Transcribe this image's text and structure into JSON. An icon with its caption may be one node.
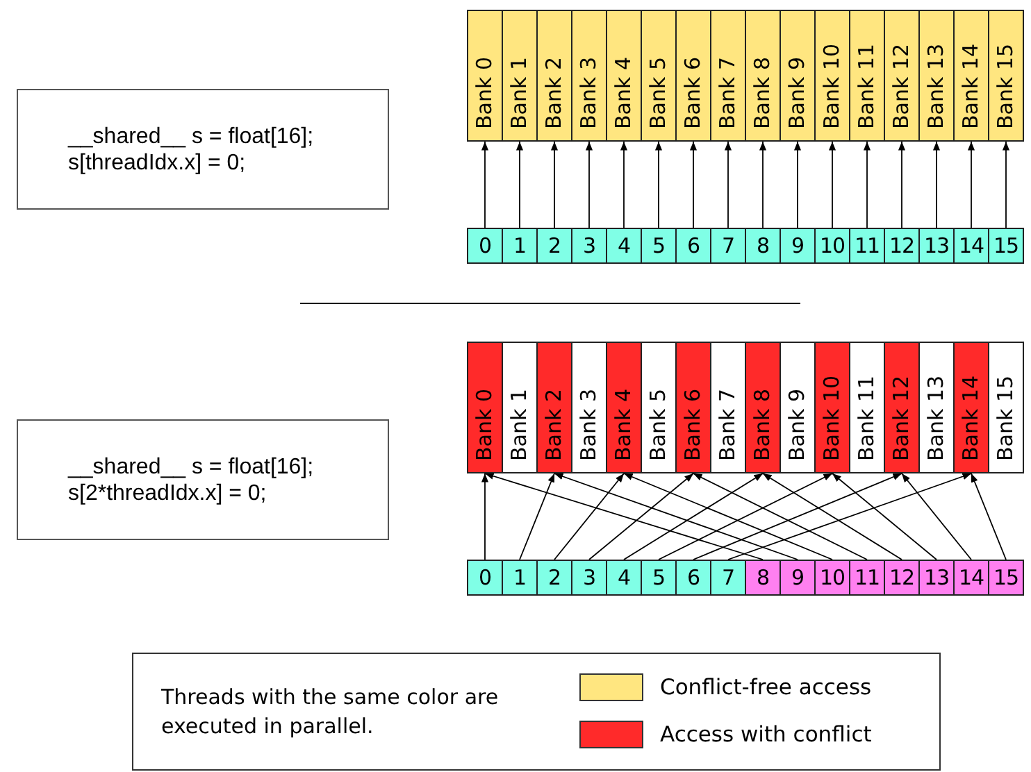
{
  "diagram": {
    "nodes": [
      {
        "text": [
          "__shared__ s = float[16]; s[threadIdx.x] = 0;"
        ]
      },
      {
        "text": [
          "Bank 0"
        ]
      },
      {
        "text": [
          "Bank 1"
        ]
      },
      {
        "text": [
          "Bank 2"
        ]
      },
      {
        "text": [
          "Bank 3"
        ]
      },
      {
        "text": [
          "Bank 4"
        ]
      },
      {
        "text": [
          "Bank 5"
        ]
      },
      {
        "text": [
          "Bank 6"
        ]
      },
      {
        "text": [
          "Bank 7"
        ]
      },
      {
        "text": [
          "Bank 8"
        ]
      },
      {
        "text": [
          "Bank 9"
        ]
      },
      {
        "text": [
          "Bank 10"
        ]
      },
      {
        "text": [
          "Bank 11"
        ]
      },
      {
        "text": [
          "Bank 12"
        ]
      },
      {
        "text": [
          "Bank 13"
        ]
      },
      {
        "text": [
          "Bank 14"
        ]
      },
      {
        "text": [
          "Bank 15"
        ]
      },
      {
        "text": [
          "0"
        ]
      },
      {
        "text": [
          "1"
        ]
      },
      {
        "text": [
          "2"
        ]
      },
      {
        "text": [
          "3"
        ]
      },
      {
        "text": [
          "4"
        ]
      },
      {
        "text": [
          "5"
        ]
      },
      {
        "text": [
          "6"
        ]
      },
      {
        "text": [
          "7"
        ]
      },
      {
        "text": [
          "8"
        ]
      },
      {
        "text": [
          "9"
        ]
      },
      {
        "text": [
          "10"
        ]
      },
      {
        "text": [
          "11"
        ]
      },
      {
        "text": [
          "12"
        ]
      },
      {
        "text": [
          "13"
        ]
      },
      {
        "text": [
          "14"
        ]
      },
      {
        "text": [
          "15"
        ]
      },
      {
        "text": [
          "__shared__ s = float[16]; s[2*threadIdx.x] = 0;"
        ]
      },
      {
        "text": [
          "Bank 0"
        ]
      },
      {
        "text": [
          "Bank 1"
        ]
      },
      {
        "text": [
          "Bank 2"
        ]
      },
      {
        "text": [
          "Bank 3"
        ]
      },
      {
        "text": [
          "Bank 4"
        ]
      },
      {
        "text": [
          "Bank 5"
        ]
      },
      {
        "text": [
          "Bank 6"
        ]
      },
      {
        "text": [
          "Bank 7"
        ]
      },
      {
        "text": [
          "Bank 8"
        ]
      },
      {
        "text": [
          "Bank 9"
        ]
      },
      {
        "text": [
          "Bank 10"
        ]
      },
      {
        "text": [
          "Bank 11"
        ]
      },
      {
        "text": [
          "Bank 12"
        ]
      },
      {
        "text": [
          "Bank 13"
        ]
      },
      {
        "text": [
          "Bank 14"
        ]
      },
      {
        "text": [
          "Bank 15"
        ]
      },
      {
        "text": [
          "0"
        ]
      },
      {
        "text": [
          "1"
        ]
      },
      {
        "text": [
          "2"
        ]
      },
      {
        "text": [
          "3"
        ]
      },
      {
        "text": [
          "4"
        ]
      },
      {
        "text": [
          "5"
        ]
      },
      {
        "text": [
          "6"
        ]
      },
      {
        "text": [
          "7"
        ]
      },
      {
        "text": [
          "8"
        ]
      },
      {
        "text": [
          "9"
        ]
      },
      {
        "text": [
          "10"
        ]
      },
      {
        "text": [
          "11"
        ]
      },
      {
        "text": [
          "12"
        ]
      },
      {
        "text": [
          "13"
        ]
      },
      {
        "text": [
          "14"
        ]
      },
      {
        "text": [
          "15"
        ]
      }
    ],
    "edges": [
      {
        "from": 17,
        "to": 1,
        "arrow": "to"
      },
      {
        "from": 18,
        "to": 2,
        "arrow": "to"
      },
      {
        "from": 19,
        "to": 3,
        "arrow": "to"
      },
      {
        "from": 20,
        "to": 4,
        "arrow": "to"
      },
      {
        "from": 21,
        "to": 5,
        "arrow": "to"
      },
      {
        "from": 22,
        "to": 6,
        "arrow": "to"
      },
      {
        "from": 23,
        "to": 7,
        "arrow": "to"
      },
      {
        "from": 24,
        "to": 8,
        "arrow": "to"
      },
      {
        "from": 25,
        "to": 9,
        "arrow": "to"
      },
      {
        "from": 26,
        "to": 10,
        "arrow": "to"
      },
      {
        "from": 27,
        "to": 11,
        "arrow": "to"
      },
      {
        "from": 28,
        "to": 12,
        "arrow": "to"
      },
      {
        "from": 29,
        "to": 13,
        "arrow": "to"
      },
      {
        "from": 30,
        "to": 14,
        "arrow": "to"
      },
      {
        "from": 31,
        "to": 15,
        "arrow": "to"
      },
      {
        "from": 32,
        "to": 16,
        "arrow": "to"
      },
      {
        "from": 50,
        "to": 34,
        "arrow": "to"
      },
      {
        "from": 51,
        "to": 36,
        "arrow": "to"
      },
      {
        "from": 52,
        "to": 38,
        "arrow": "to"
      },
      {
        "from": 53,
        "to": 40,
        "arrow": "to"
      },
      {
        "from": 54,
        "to": 42,
        "arrow": "to"
      },
      {
        "from": 55,
        "to": 44,
        "arrow": "to"
      },
      {
        "from": 56,
        "to": 46,
        "arrow": "to"
      },
      {
        "from": 57,
        "to": 48,
        "arrow": "to"
      },
      {
        "from": 58,
        "to": 34,
        "arrow": "to"
      },
      {
        "from": 59,
        "to": 36,
        "arrow": "to"
      },
      {
        "from": 60,
        "to": 38,
        "arrow": "to"
      },
      {
        "from": 61,
        "to": 40,
        "arrow": "to"
      },
      {
        "from": 62,
        "to": 42,
        "arrow": "to"
      },
      {
        "from": 63,
        "to": 44,
        "arrow": "to"
      },
      {
        "from": 64,
        "to": 46,
        "arrow": "to"
      },
      {
        "from": 65,
        "to": 48,
        "arrow": "to"
      }
    ],
    "labels": [
      "Threads with the same color are executed in parallel."
    ],
    "legend": [
      {
        "text": "Conflict-free access",
        "color": "#ffe680"
      },
      {
        "text": "Access with conflict",
        "color": "#ff2a2a"
      }
    ]
  }
}
